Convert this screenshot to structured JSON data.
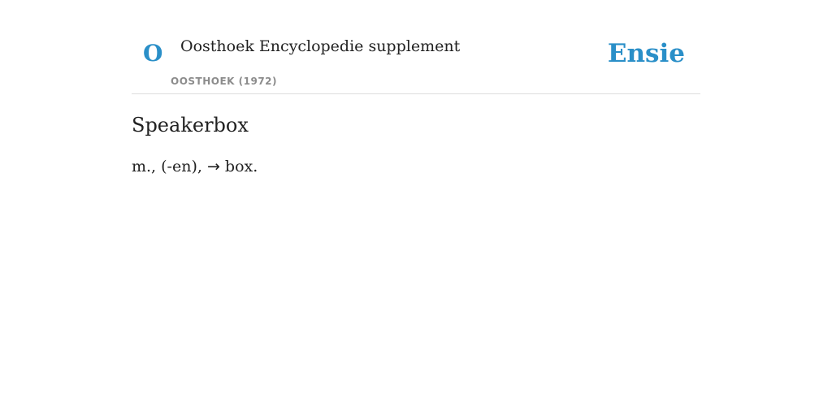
{
  "header": {
    "logo_letter": "O",
    "source_title": "Oosthoek Encyclopedie supplement",
    "source_meta": "OOSTHOEK (1972)",
    "brand": "Ensie"
  },
  "entry": {
    "title": "Speakerbox",
    "body_prefix": "m., (-en), ",
    "arrow": "→",
    "link_text": "box",
    "body_suffix": "."
  },
  "colors": {
    "accent": "#2a8fc8",
    "text": "#222222",
    "meta": "#8c8c8c",
    "divider": "#dddddd"
  }
}
